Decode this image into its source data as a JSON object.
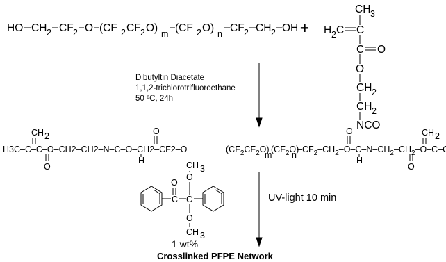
{
  "reactant_diol": {
    "ho": "HO",
    "ch2": "CH",
    "cf2": "CF",
    "o": "O",
    "repeat_m": "(CF",
    "repeat_m_tail": "CF",
    "repeat_m_o": "O)",
    "m": "m",
    "repeat_n": "(CF",
    "repeat_n_o": "O)",
    "n": "n",
    "oh": "OH",
    "sub2": "2"
  },
  "plus": "+",
  "reactant_iem": {
    "ch3": "CH",
    "h2c": "H",
    "c": "C",
    "o": "O",
    "ch2": "CH",
    "nco": "NCO",
    "sub2": "2",
    "sub3": "3"
  },
  "conditions": {
    "catalyst": "Dibutyltin Diacetate",
    "solvent": "1,1,2-trichlorotrifluoroethane",
    "temp_time": "50 ºC, 24h"
  },
  "macromonomer": {
    "left": "H3C–C–C–O–CH2–CH2–N–C–O–CH2–CF2–O",
    "ch2": "CH",
    "h": "H",
    "o": "O",
    "sub2": "2",
    "m": "m",
    "n": "n"
  },
  "photoinitiator": {
    "ch3": "CH",
    "o": "O",
    "c": "C",
    "sub3": "3",
    "amount": "1 wt%"
  },
  "uv_condition": "UV-light 10 min",
  "product": "Crosslinked PFPE Network"
}
